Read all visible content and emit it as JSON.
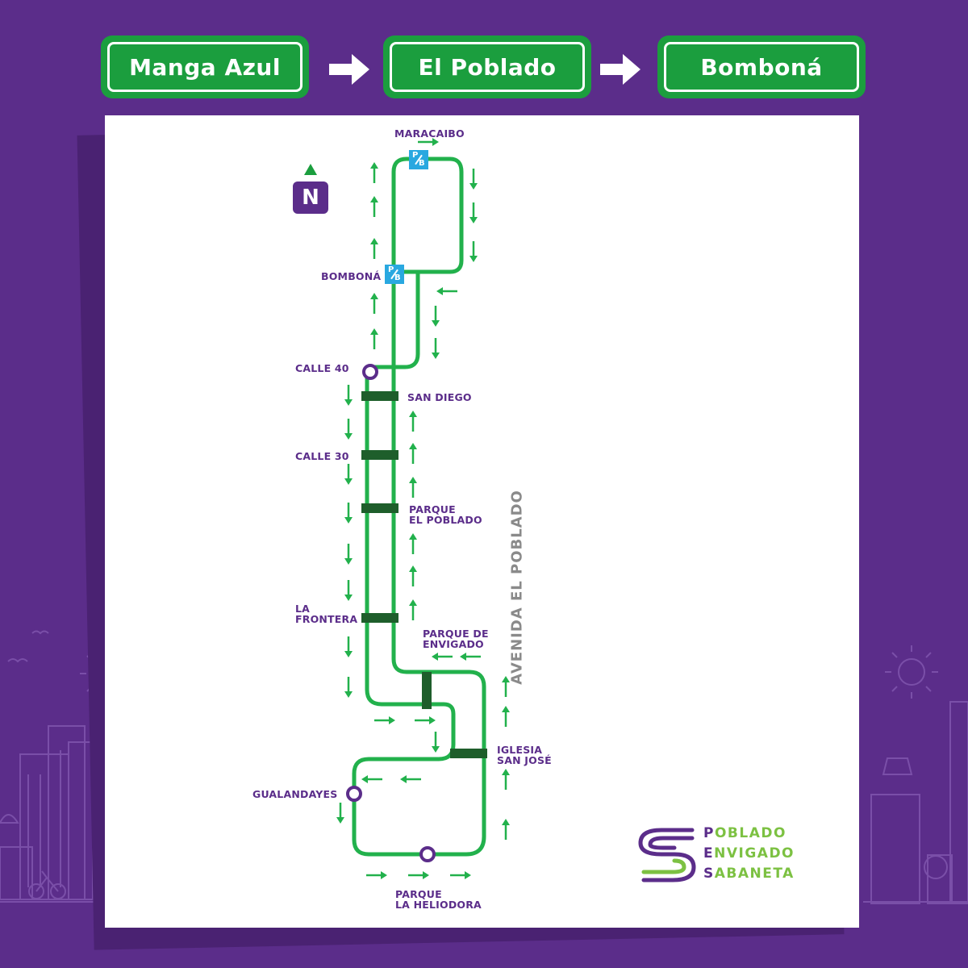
{
  "header": {
    "stops": [
      "Manga Azul",
      "El Poblado",
      "Bomboná"
    ]
  },
  "map": {
    "north_label": "N",
    "avenue_label": "AVENIDA EL POBLADO",
    "pb_marker": {
      "top": "P",
      "bottom": "B"
    },
    "labels": {
      "maracaibo": "MARACAIBO",
      "bombona": "BOMBONÁ",
      "calle40": "CALLE 40",
      "san_diego": "SAN DIEGO",
      "calle30": "CALLE 30",
      "parque_poblado_1": "PARQUE",
      "parque_poblado_2": "EL POBLADO",
      "la_frontera_1": "LA",
      "la_frontera_2": "FRONTERA",
      "parque_envigado_1": "PARQUE DE",
      "parque_envigado_2": "ENVIGADO",
      "iglesia_1": "IGLESIA",
      "iglesia_2": "SAN JOSÉ",
      "gualandayes": "GUALANDAYES",
      "heliodora_1": "PARQUE",
      "heliodora_2": "LA HELIODORA"
    }
  },
  "logo": {
    "lines": [
      {
        "first": "P",
        "rest": "OBLADO"
      },
      {
        "first": "E",
        "rest": "NVIGADO"
      },
      {
        "first": "S",
        "rest": "ABANETA"
      }
    ]
  },
  "colors": {
    "background": "#5b2d8a",
    "route_green": "#22b14c",
    "sign_green": "#1b9e3e",
    "station_dark_green": "#1e5e2b",
    "pb_blue": "#29a8e0"
  }
}
